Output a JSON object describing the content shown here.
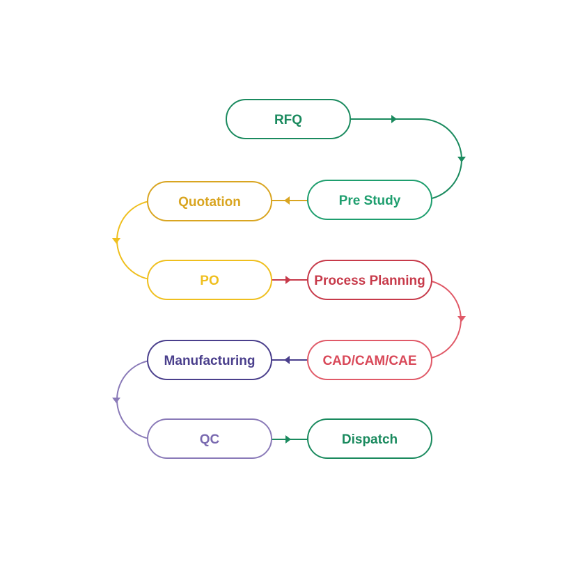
{
  "nodes": [
    {
      "id": "rfq",
      "label": "RFQ",
      "color": "#1a8a5e"
    },
    {
      "id": "pre-study",
      "label": "Pre Study",
      "color": "#1e9e6e"
    },
    {
      "id": "quotation",
      "label": "Quotation",
      "color": "#d9a521"
    },
    {
      "id": "po",
      "label": "PO",
      "color": "#efbf1e"
    },
    {
      "id": "process-planning",
      "label": "Process Planning",
      "color": "#c73a4a"
    },
    {
      "id": "cad-cam-cae",
      "label": "CAD/CAM/CAE",
      "color": "#d94a5a"
    },
    {
      "id": "manufacturing",
      "label": "Manufacturing",
      "color": "#4a3f8c"
    },
    {
      "id": "qc",
      "label": "QC",
      "color": "#7a6ab0"
    },
    {
      "id": "dispatch",
      "label": "Dispatch",
      "color": "#1a8a5e"
    }
  ],
  "connectors": [
    {
      "from": "rfq",
      "to": "pre-study",
      "color": "#1a8a5e"
    },
    {
      "from": "pre-study",
      "to": "quotation",
      "color": "#d9a521"
    },
    {
      "from": "quotation",
      "to": "po",
      "color": "#efbf1e"
    },
    {
      "from": "po",
      "to": "process-planning",
      "color": "#c73a4a"
    },
    {
      "from": "process-planning",
      "to": "cad-cam-cae",
      "color": "#e05a68"
    },
    {
      "from": "cad-cam-cae",
      "to": "manufacturing",
      "color": "#4a3f8c"
    },
    {
      "from": "manufacturing",
      "to": "qc",
      "color": "#8a7ab8"
    },
    {
      "from": "qc",
      "to": "dispatch",
      "color": "#1a8a5e"
    }
  ]
}
